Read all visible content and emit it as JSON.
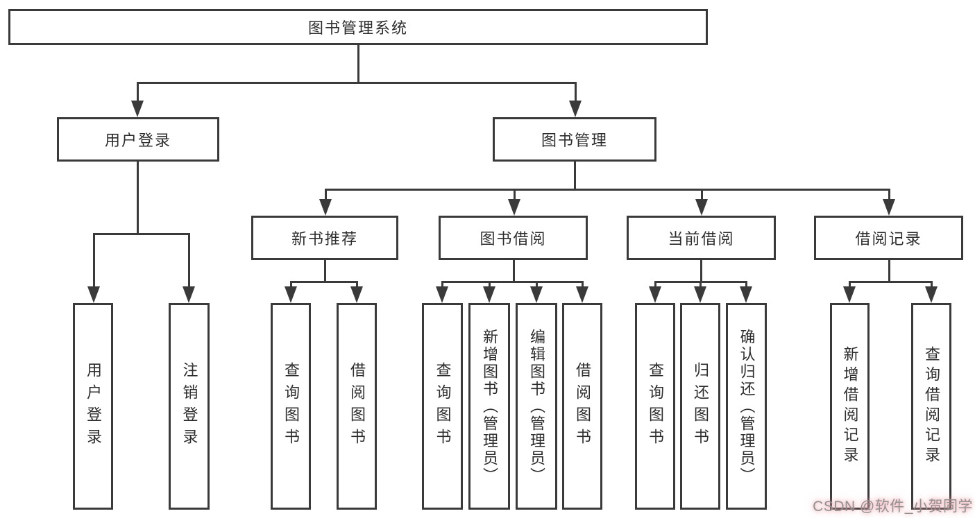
{
  "diagram": {
    "root": {
      "label": "图书管理系统"
    },
    "level2": [
      {
        "label": "用户登录",
        "children": [
          {
            "label": "用户登录"
          },
          {
            "label": "注销登录"
          }
        ]
      },
      {
        "label": "图书管理",
        "children": [
          {
            "label": "新书推荐",
            "children": [
              {
                "label": "查询图书"
              },
              {
                "label": "借阅图书"
              }
            ]
          },
          {
            "label": "图书借阅",
            "children": [
              {
                "label": "查询图书"
              },
              {
                "label": "新增图书（管理员）"
              },
              {
                "label": "编辑图书（管理员）"
              },
              {
                "label": "借阅图书"
              }
            ]
          },
          {
            "label": "当前借阅",
            "children": [
              {
                "label": "查询图书"
              },
              {
                "label": "归还图书"
              },
              {
                "label": "确认归还（管理员）"
              }
            ]
          },
          {
            "label": "借阅记录",
            "children": [
              {
                "label": "新增借阅记录"
              },
              {
                "label": "查询借阅记录"
              }
            ]
          }
        ]
      }
    ]
  },
  "watermark": {
    "text": "CSDN @软件_小贺同学"
  },
  "colors": {
    "line": "#3a3a3a",
    "box_border": "#3a3a3a",
    "box_background": "#ffffff",
    "text": "#2d2d2d",
    "page_background": "#ffffff",
    "watermark_text": "#919191",
    "watermark_glow": "#ef9aa2"
  }
}
